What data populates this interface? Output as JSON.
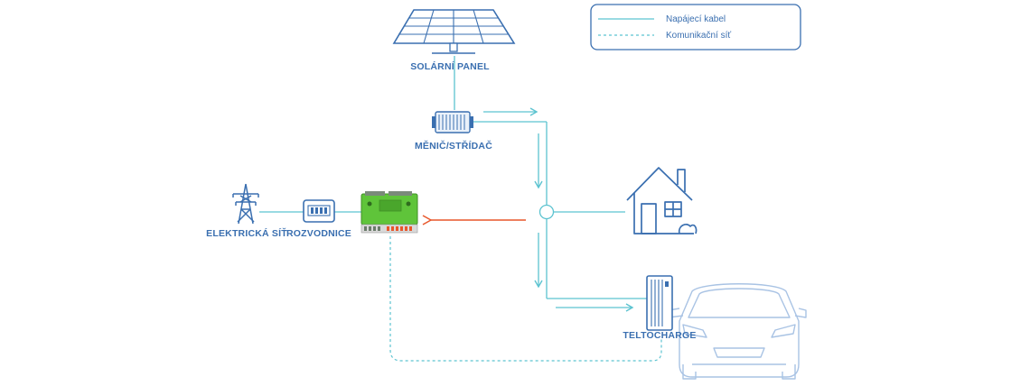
{
  "legend": {
    "power_cable": "Napájecí kabel",
    "comm_network": "Komunikační síť"
  },
  "nodes": {
    "solar_panel": "SOLÁRNÍ PANEL",
    "inverter": "MĚNIČ/STŘÍDAČ",
    "grid": "ELEKTRICKÁ SÍŤ",
    "switchboard": "ROZVODNICE",
    "charger": "TELTOCHARGE"
  },
  "colors": {
    "power_line": "#5cc3d0",
    "comm_line": "#5cc3d0",
    "icon_stroke": "#3a6fb0",
    "car_outline": "#a9c3e4",
    "controller_green": "#5fc43a",
    "feedback_arrow": "#e8562a",
    "legend_border": "#3a6fb0"
  }
}
